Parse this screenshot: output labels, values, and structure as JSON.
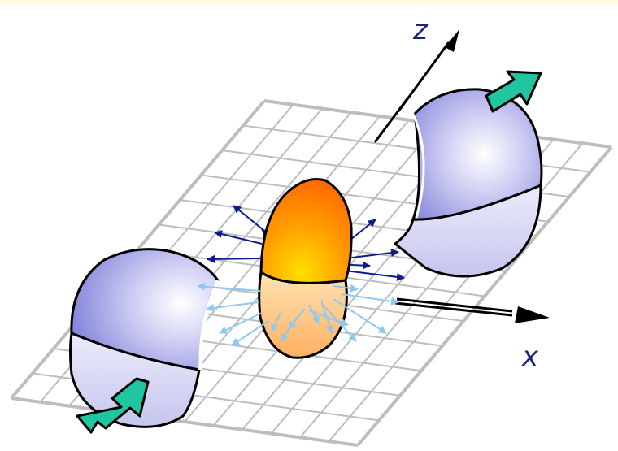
{
  "axes": {
    "z_label": "z",
    "x_label": "x"
  },
  "colors": {
    "grid": "#bdbdbd",
    "sphere_light": "#ffffff",
    "sphere_dark": "#7f7fd9",
    "ellipsoid_top": "#ff8c00",
    "ellipsoid_bottom": "#ffcf8a",
    "arrow_green": "#1fc6a0",
    "arrow_dark_blue": "#0d1b8c",
    "arrow_light_blue": "#8ec9f0",
    "axis": "#000000"
  },
  "icons": [
    "green-motion-arrow",
    "axis-arrow",
    "emission-arrow"
  ]
}
